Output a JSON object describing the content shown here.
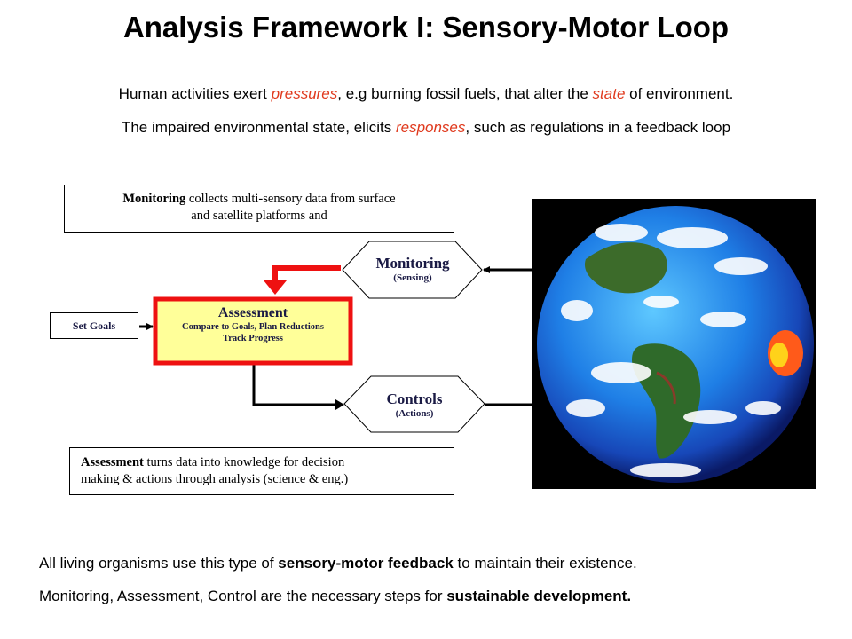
{
  "title": "Analysis Framework I: Sensory-Motor Loop",
  "intro": {
    "line1": {
      "a": "Human activities exert ",
      "b": "pressures",
      "c": ", e.g burning fossil fuels, that alter the ",
      "d": "state",
      "e": " of environment."
    },
    "line2": {
      "a": "The impaired environmental state, elicits ",
      "b": "responses",
      "c": ", such as regulations in a feedback loop"
    }
  },
  "monitoring_note": {
    "bold": "Monitoring",
    "rest1": " collects multi-sensory data from surface",
    "line2": "and satellite platforms and"
  },
  "monitoring_node": {
    "label": "Monitoring",
    "sub": "(Sensing)"
  },
  "controls_node": {
    "label": "Controls",
    "sub": "(Actions)"
  },
  "set_goals": "Set Goals",
  "assessment_node": {
    "label": "Assessment",
    "line1": "Compare to Goals, Plan Reductions",
    "line2": "Track Progress"
  },
  "assessment_note": {
    "bold": "Assessment",
    "rest1": " turns data into knowledge for decision",
    "line2": "making & actions through analysis (science & eng.)"
  },
  "bottom": {
    "line1": {
      "a": "All living organisms use this type of ",
      "b": "sensory-motor feedback",
      "c": " to maintain their existence."
    },
    "line2": {
      "a": "Monitoring, Assessment, Control are the necessary steps for ",
      "b": "sustainable development."
    }
  },
  "colors": {
    "accent_red": "#e03a1e",
    "arrow_red": "#ee1111",
    "assessment_fill": "#ffff99",
    "earth_bg": "#000000"
  },
  "image": {
    "icon": "earth-globe-icon"
  }
}
